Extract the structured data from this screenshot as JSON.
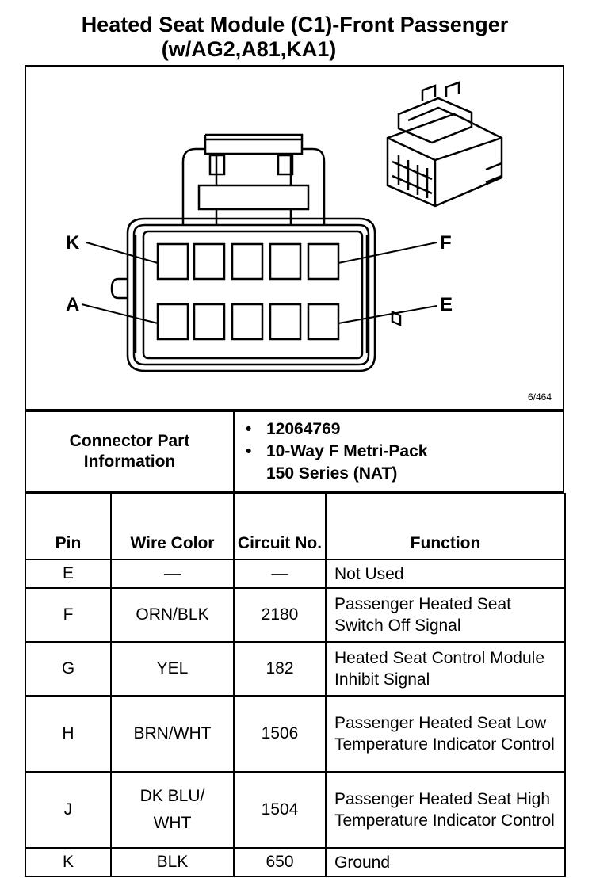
{
  "title": {
    "line1": "Heated Seat Module (C1)-Front Passenger",
    "line2": "(w/AG2,A81,KA1)"
  },
  "diagram": {
    "pin_labels": {
      "k": "K",
      "a": "A",
      "f": "F",
      "e": "E"
    },
    "figure_id": "6/464"
  },
  "connector_info": {
    "label": "Connector Part Information",
    "part_number": "12064769",
    "description_line1": "10-Way F Metri-Pack",
    "description_line2": "150 Series (NAT)",
    "bullet": "•"
  },
  "table": {
    "headers": {
      "pin": "Pin",
      "wire_color": "Wire Color",
      "circuit_no": "Circuit No.",
      "function": "Function"
    },
    "rows": [
      {
        "pin": "E",
        "wire_color": "—",
        "circuit": "—",
        "function": "Not Used"
      },
      {
        "pin": "F",
        "wire_color": "ORN/BLK",
        "circuit": "2180",
        "function": "Passenger Heated Seat Switch Off Signal"
      },
      {
        "pin": "G",
        "wire_color": "YEL",
        "circuit": "182",
        "function": "Heated Seat Control Module Inhibit Signal"
      },
      {
        "pin": "H",
        "wire_color": "BRN/WHT",
        "circuit": "1506",
        "function": "Passenger Heated Seat Low Temperature Indicator Control"
      },
      {
        "pin": "J",
        "wire_color": "DK BLU/ WHT",
        "circuit": "1504",
        "function": "Passenger Heated Seat High Temperature Indicator Control"
      },
      {
        "pin": "K",
        "wire_color": "BLK",
        "circuit": "650",
        "function": "Ground"
      }
    ]
  }
}
